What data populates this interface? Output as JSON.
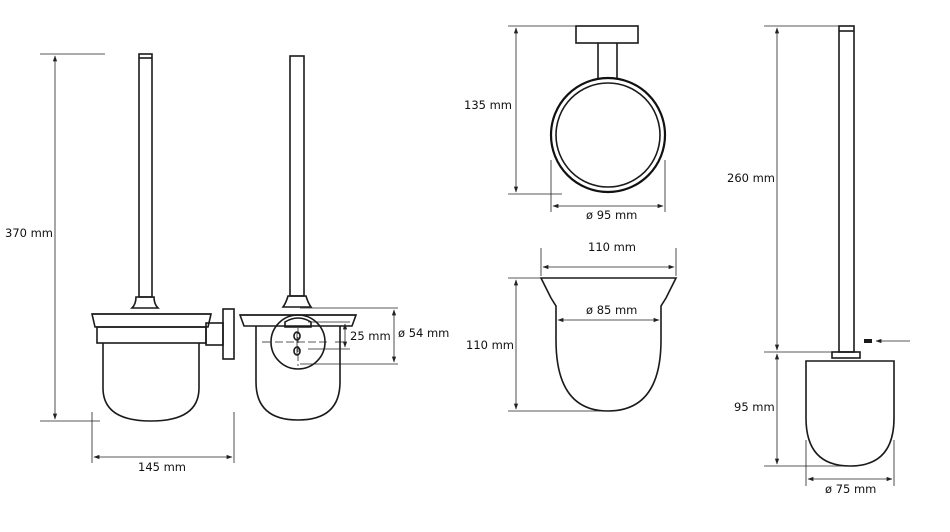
{
  "dimensions": {
    "overall_height": "370 mm",
    "overall_width": "145 mm",
    "bowl_height": "25 mm",
    "rosette_diameter": "ø 54 mm",
    "ring_height": "135 mm",
    "ring_diameter": "ø 95 mm",
    "cup_width": "110 mm",
    "cup_inner_diameter": "ø 85 mm",
    "cup_height": "110 mm",
    "brush_handle_length": "260 mm",
    "brush_head_height": "95 mm",
    "brush_head_diameter": "ø 75 mm"
  },
  "colors": {
    "line": "#1a1a1a",
    "background": "#ffffff"
  }
}
